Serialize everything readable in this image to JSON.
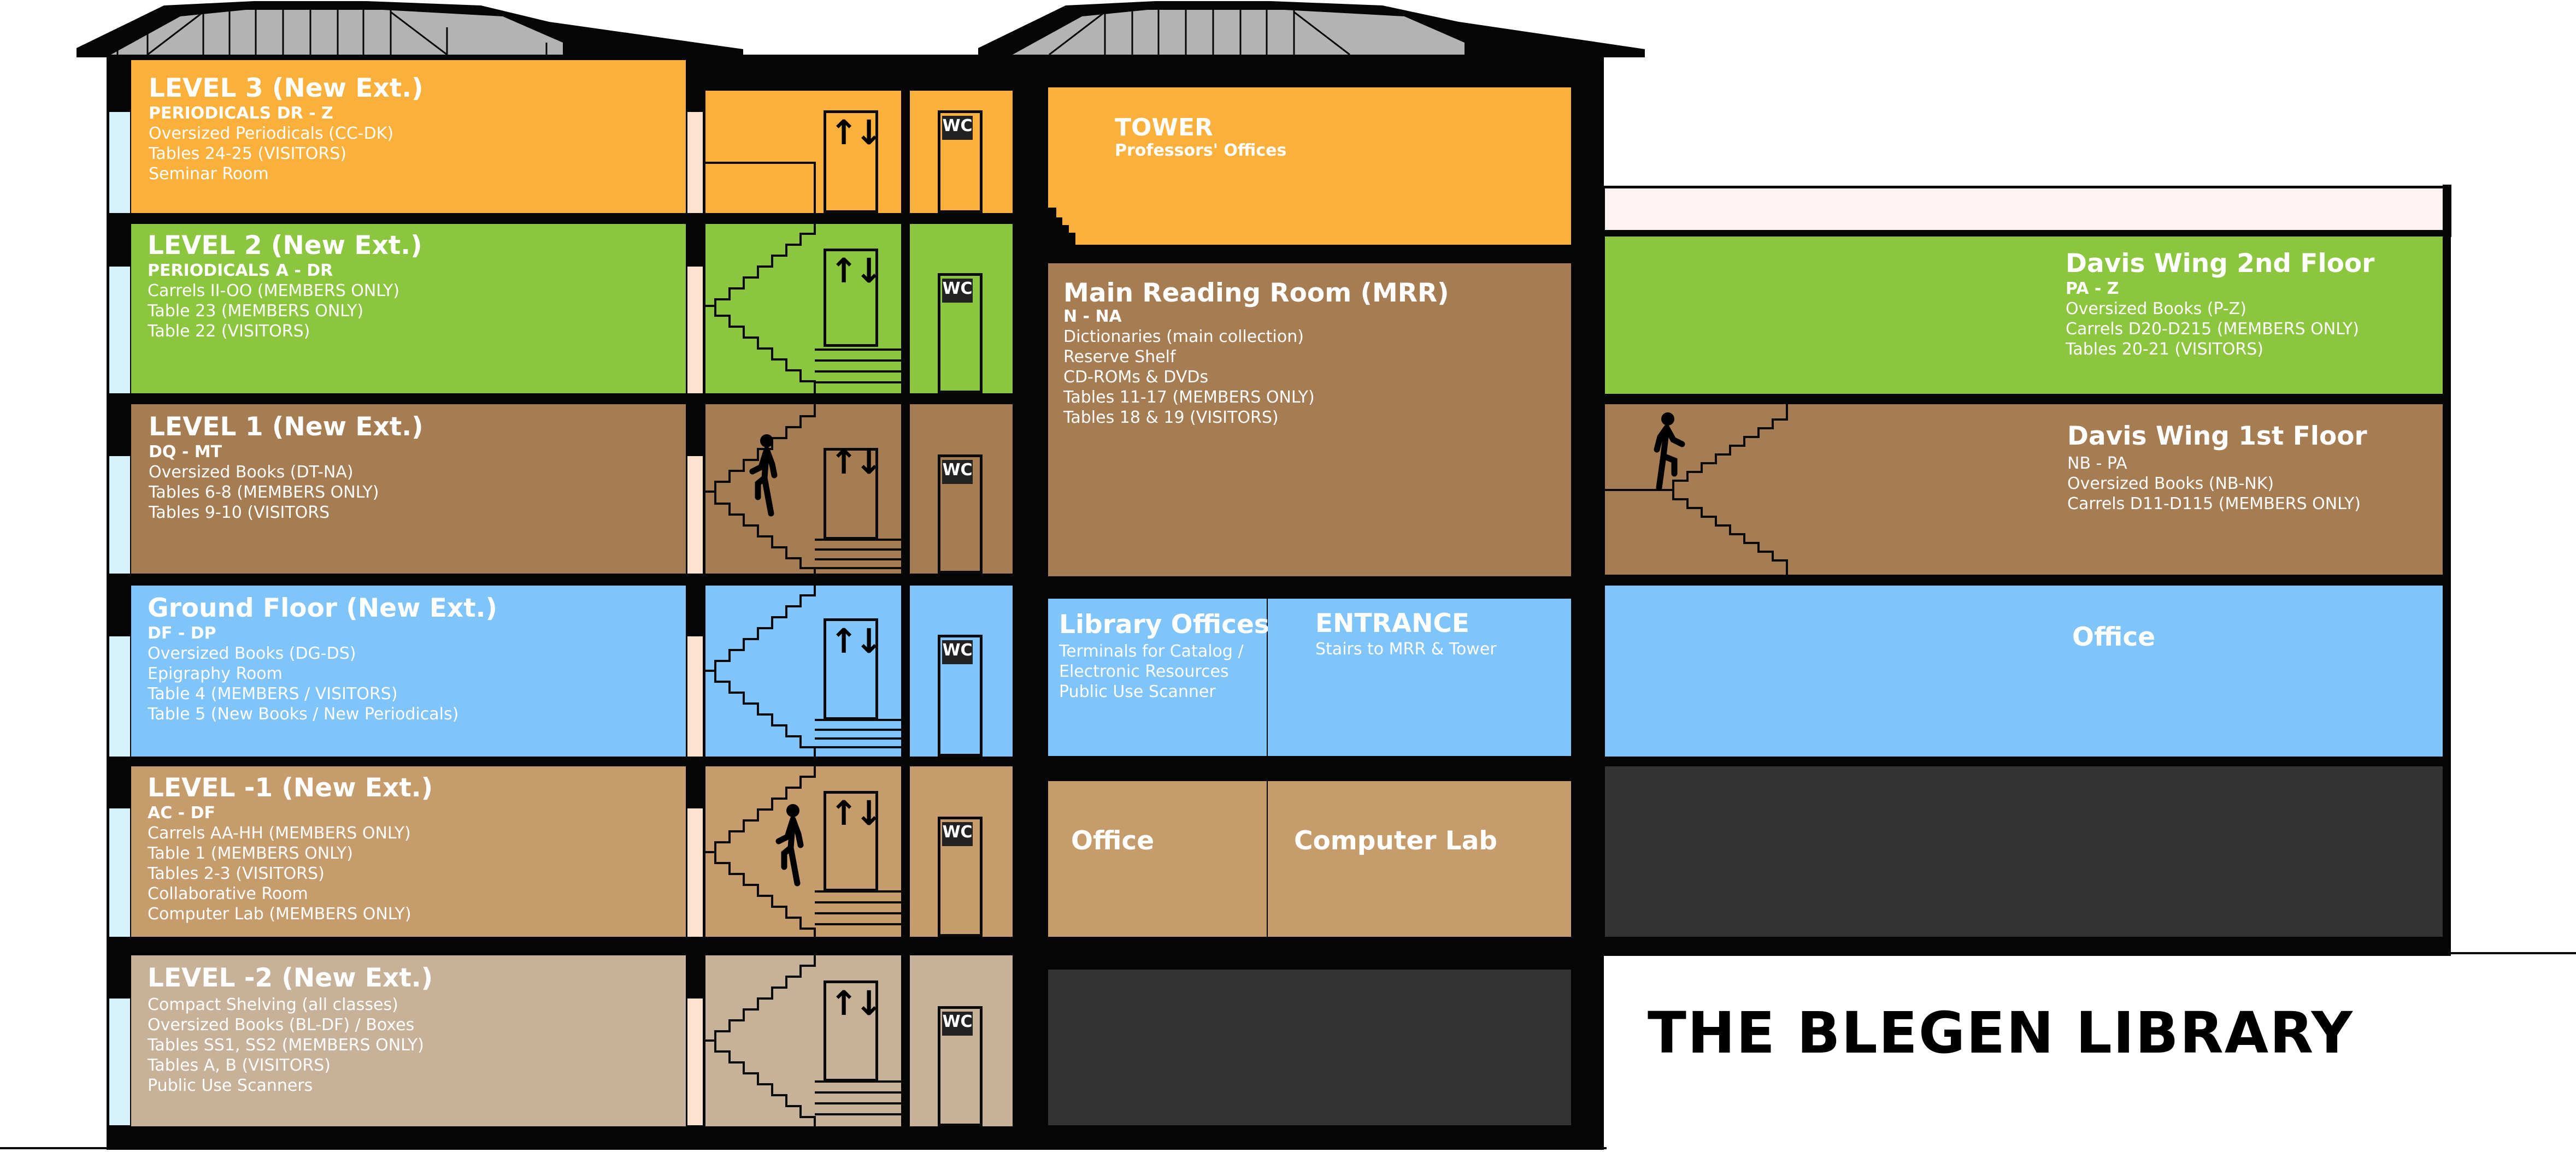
{
  "title": "THE BLEGEN LIBRARY",
  "colors": {
    "orange": "#fbb03b",
    "green": "#8cc63f",
    "brown": "#a67c52",
    "blue": "#80c4fc",
    "tan": "#c69c6d",
    "beige": "#c7b299",
    "dark": "#333333",
    "wall": "#050505",
    "roof": "#b3b3b3"
  },
  "new_extension": {
    "floors": [
      {
        "title": "LEVEL 3 (New Ext.)",
        "subtitle": "PERIODICALS DR - Z",
        "lines": [
          "Oversized Periodicals (CC-DK)",
          "Tables 24-25 (VISITORS)",
          "Seminar Room"
        ]
      },
      {
        "title": "LEVEL 2 (New Ext.)",
        "subtitle": "PERIODICALS A - DR",
        "lines": [
          "Carrels II-OO (MEMBERS ONLY)",
          "Table 23 (MEMBERS ONLY)",
          "Table 22 (VISITORS)"
        ]
      },
      {
        "title": "LEVEL 1 (New Ext.)",
        "subtitle": "DQ - MT",
        "lines": [
          "Oversized Books (DT-NA)",
          "Tables 6-8 (MEMBERS ONLY)",
          "Tables 9-10 (VISITORS"
        ]
      },
      {
        "title": "Ground Floor (New Ext.)",
        "subtitle": "DF - DP",
        "lines": [
          "Oversized Books (DG-DS)",
          "Epigraphy Room",
          "Table 4 (MEMBERS / VISITORS)",
          "Table 5 (New Books / New Periodicals)"
        ]
      },
      {
        "title": "LEVEL -1 (New Ext.)",
        "subtitle": "AC - DF",
        "lines": [
          "Carrels AA-HH (MEMBERS ONLY)",
          "Table 1 (MEMBERS ONLY)",
          "Tables 2-3 (VISITORS)",
          "Collaborative Room",
          "Computer Lab (MEMBERS ONLY)"
        ]
      },
      {
        "title": "LEVEL -2 (New Ext.)",
        "subtitle": "",
        "lines": [
          "Compact Shelving (all classes)",
          "Oversized Books (BL-DF) / Boxes",
          "Tables SS1, SS2 (MEMBERS ONLY)",
          "Tables A, B (VISITORS)",
          "Public Use Scanners"
        ]
      }
    ],
    "elevator_icon": "↑↓",
    "wc_label": "WC"
  },
  "main_building": {
    "tower": {
      "title": "TOWER",
      "subtitle": "Professors' Offices"
    },
    "mrr": {
      "title": "Main Reading Room (MRR)",
      "subtitle": "N - NA",
      "lines": [
        "Dictionaries (main collection)",
        "Reserve Shelf",
        "CD-ROMs & DVDs",
        "Tables 11-17 (MEMBERS ONLY)",
        "Tables 18 & 19 (VISITORS)"
      ]
    },
    "library_offices": {
      "title": "Library Offices",
      "lines": [
        "Terminals for Catalog /",
        "Electronic Resources",
        "Public Use Scanner"
      ]
    },
    "entrance": {
      "title": "ENTRANCE",
      "subtitle": "Stairs to MRR & Tower"
    },
    "office": {
      "title": "Office"
    },
    "computer_lab": {
      "title": "Computer Lab"
    }
  },
  "davis_wing": {
    "second_floor": {
      "title": "Davis Wing 2nd Floor",
      "subtitle": "PA - Z",
      "lines": [
        "Oversized Books (P-Z)",
        "Carrels D20-D215 (MEMBERS ONLY)",
        "Tables 20-21 (VISITORS)"
      ]
    },
    "first_floor": {
      "title": "Davis Wing 1st Floor",
      "lines": [
        "NB - PA",
        "Oversized Books (NB-NK)",
        "Carrels D11-D115 (MEMBERS ONLY)"
      ]
    },
    "ground": {
      "title": "Office"
    }
  }
}
